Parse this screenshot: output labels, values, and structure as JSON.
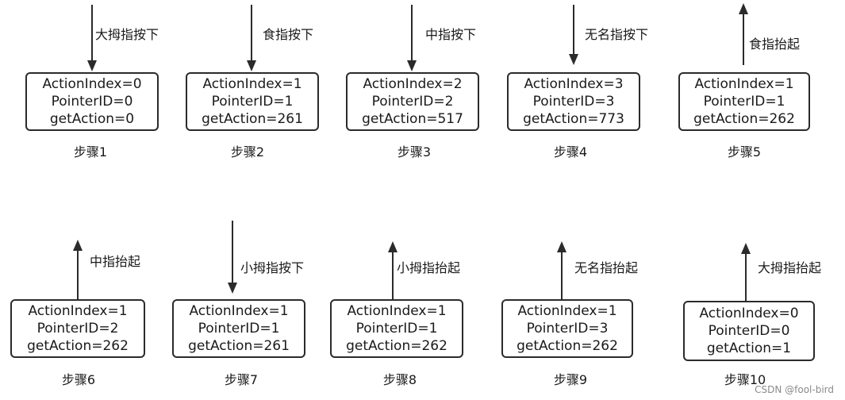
{
  "steps": [
    {
      "id": 1,
      "direction": "down",
      "action": "大拇指按下",
      "lines": [
        "ActionIndex=0",
        "PointerID=0",
        "getAction=0"
      ],
      "label": "步骤1"
    },
    {
      "id": 2,
      "direction": "down",
      "action": "食指按下",
      "lines": [
        "ActionIndex=1",
        "PointerID=1",
        "getAction=261"
      ],
      "label": "步骤2"
    },
    {
      "id": 3,
      "direction": "down",
      "action": "中指按下",
      "lines": [
        "ActionIndex=2",
        "PointerID=2",
        "getAction=517"
      ],
      "label": "步骤3"
    },
    {
      "id": 4,
      "direction": "down",
      "action": "无名指按下",
      "lines": [
        "ActionIndex=3",
        "PointerID=3",
        "getAction=773"
      ],
      "label": "步骤4"
    },
    {
      "id": 5,
      "direction": "up",
      "action": "食指抬起",
      "lines": [
        "ActionIndex=1",
        "PointerID=1",
        "getAction=262"
      ],
      "label": "步骤5"
    },
    {
      "id": 6,
      "direction": "up",
      "action": "中指抬起",
      "lines": [
        "ActionIndex=1",
        "PointerID=2",
        "getAction=262"
      ],
      "label": "步骤6"
    },
    {
      "id": 7,
      "direction": "down",
      "action": "小拇指按下",
      "lines": [
        "ActionIndex=1",
        "PointerID=1",
        "getAction=261"
      ],
      "label": "步骤7"
    },
    {
      "id": 8,
      "direction": "up",
      "action": "小拇指抬起",
      "lines": [
        "ActionIndex=1",
        "PointerID=1",
        "getAction=262"
      ],
      "label": "步骤8"
    },
    {
      "id": 9,
      "direction": "up",
      "action": "无名指抬起",
      "lines": [
        "ActionIndex=1",
        "PointerID=3",
        "getAction=262"
      ],
      "label": "步骤9"
    },
    {
      "id": 10,
      "direction": "up",
      "action": "大拇指抬起",
      "lines": [
        "ActionIndex=0",
        "PointerID=0",
        "getAction=1"
      ],
      "label": "步骤10"
    }
  ],
  "watermark": "CSDN @fool-bird",
  "colors": {
    "line": "#2b2b2b",
    "text": "#1a1a1a",
    "watermark": "#8a8a8a"
  }
}
